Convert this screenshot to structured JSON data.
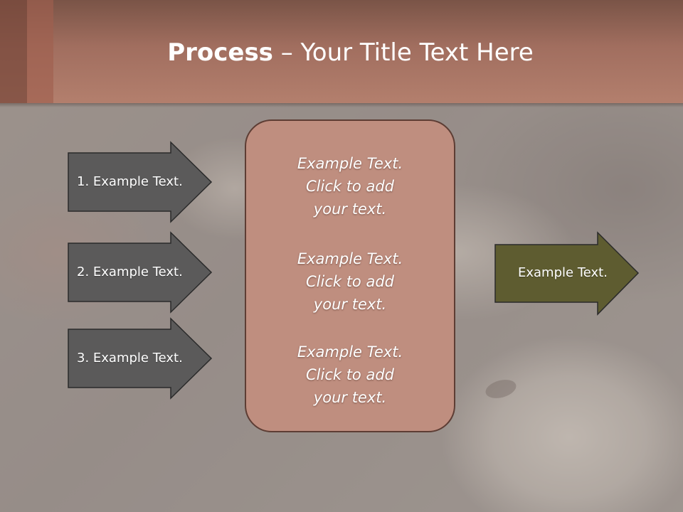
{
  "title": {
    "bold": "Process",
    "rest": " – Your Title Text Here"
  },
  "arrows": [
    {
      "label": "1. Example Text."
    },
    {
      "label": "2. Example Text."
    },
    {
      "label": "3. Example Text."
    }
  ],
  "center": {
    "blocks": [
      {
        "line1": "Example Text.",
        "line2": "Click  to add",
        "line3": "your text."
      },
      {
        "line1": "Example Text.",
        "line2": "Click  to add",
        "line3": "your text."
      },
      {
        "line1": "Example Text.",
        "line2": "Click  to add",
        "line3": "your text."
      }
    ]
  },
  "output": {
    "label": "Example Text."
  },
  "colors": {
    "header": "#b37f6d",
    "step_arrow": "#5b5a5a",
    "output_arrow": "#5e5c30",
    "center_box": "#bf8e7f",
    "outline": "#2a2a2a"
  }
}
